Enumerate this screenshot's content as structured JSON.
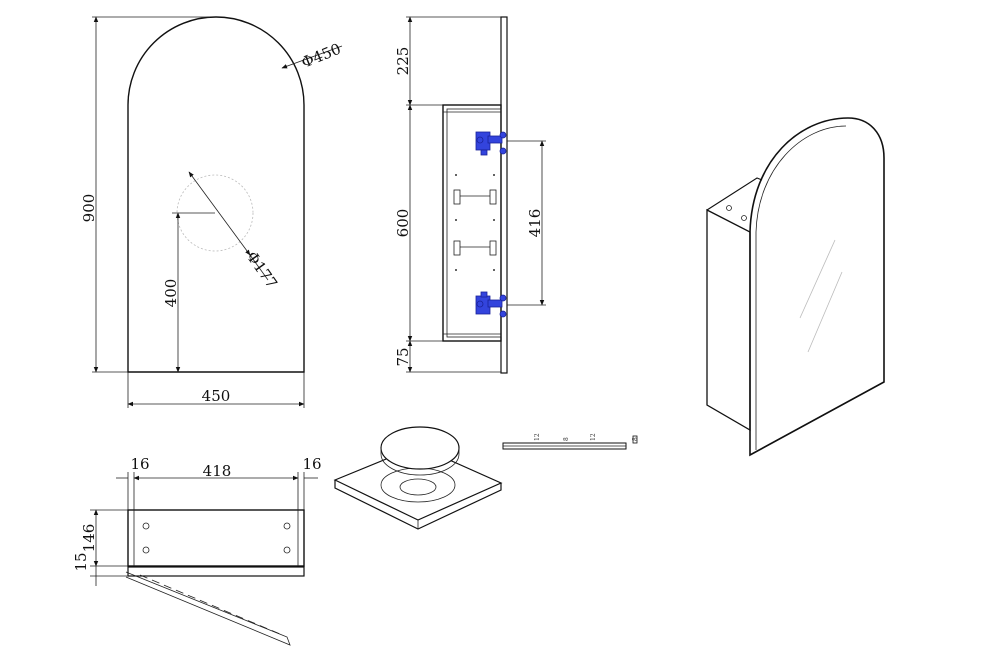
{
  "colors": {
    "line": "#111111",
    "hinge": "#3344dd",
    "background": "#ffffff"
  },
  "front_view": {
    "height": "900",
    "width": "450",
    "arch_diameter": "Φ450",
    "cutout_diameter": "Φ177",
    "cutout_height": "400"
  },
  "side_view": {
    "top_offset": "225",
    "body_height": "600",
    "bottom_offset": "75",
    "hinge_spacing": "416"
  },
  "top_view": {
    "left_panel": "16",
    "inner_width": "418",
    "right_panel": "16",
    "depth": "146",
    "door": "15"
  },
  "small_labels": [
    "12",
    "8",
    "12",
    "8"
  ]
}
